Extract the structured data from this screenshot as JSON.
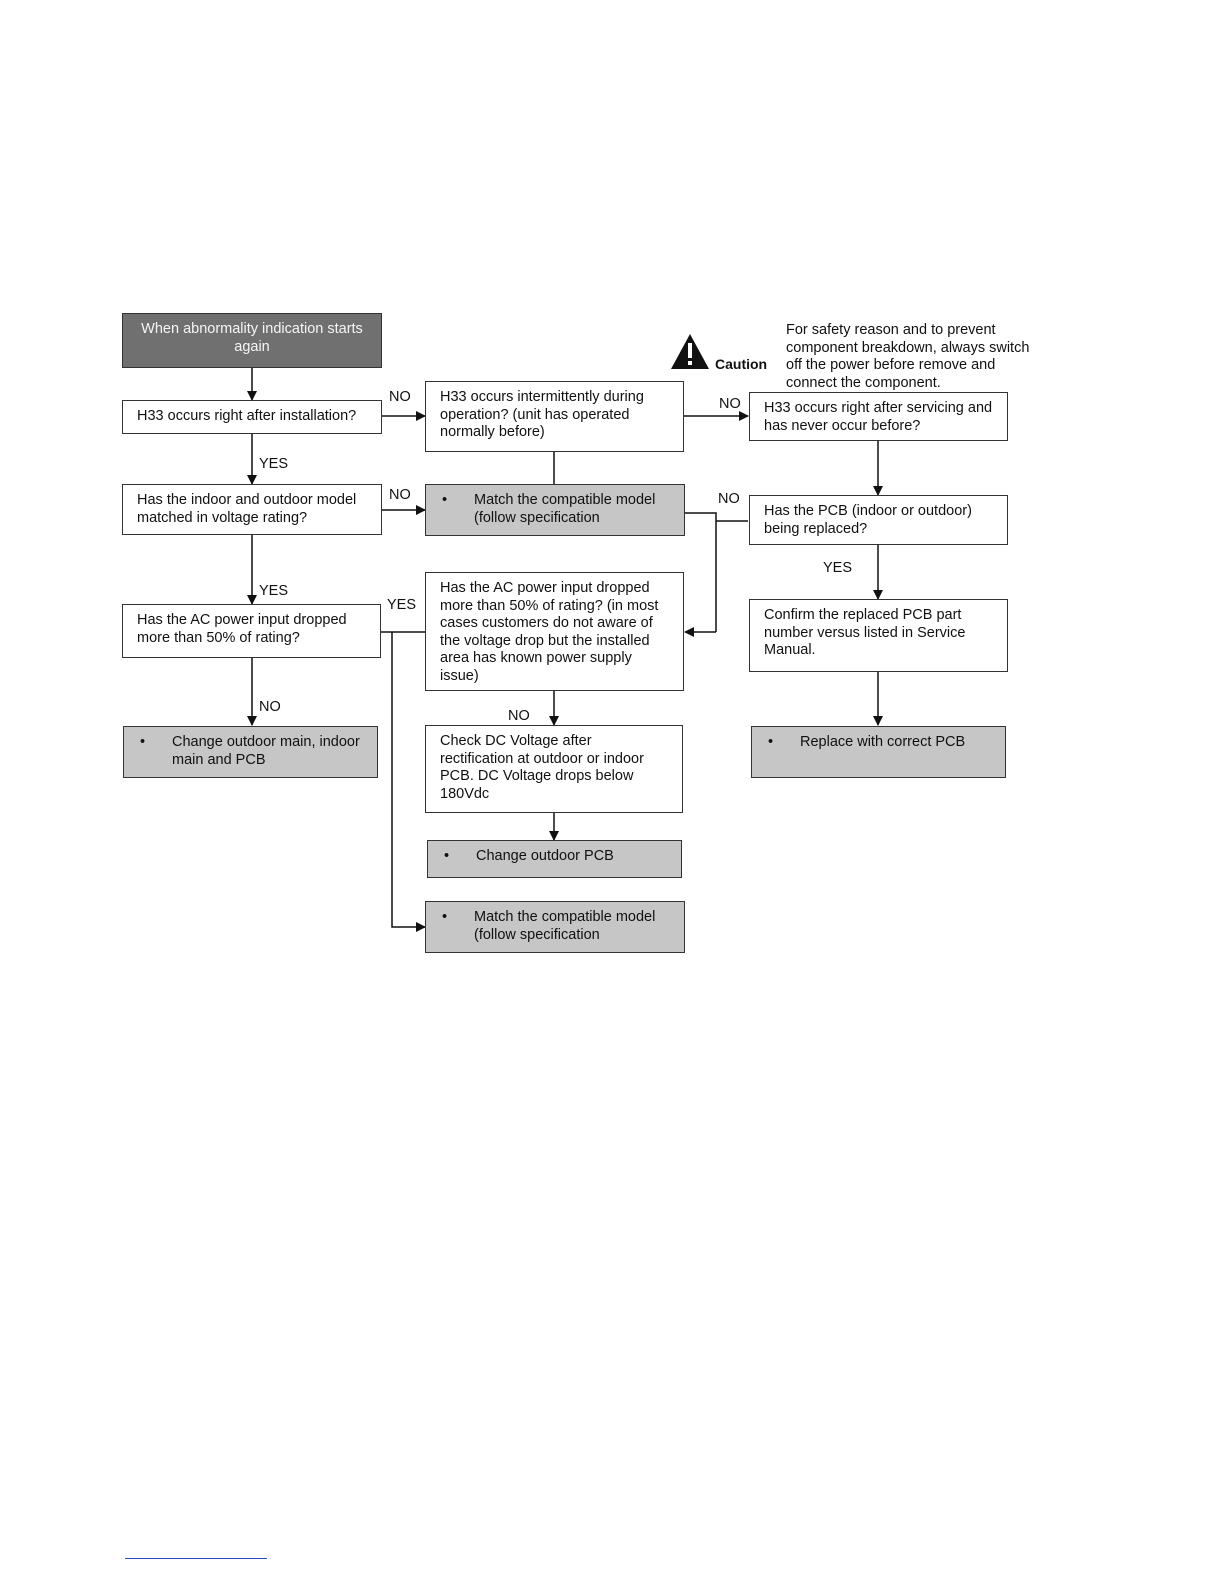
{
  "boxes": {
    "start": "When abnormality indication starts again",
    "h33_install": "H33 occurs right after installation?",
    "h33_intermittent": "H33 occurs intermittently during operation? (unit has operated normally before)",
    "h33_servicing": "H33 occurs right after servicing and has never occur before?",
    "model_matched": "Has the indoor and outdoor model matched in voltage rating?",
    "match_model_1": "Match the compatible model (follow specification",
    "pcb_replaced": "Has the PCB (indoor or outdoor) being replaced?",
    "ac_dropped_1": "Has the AC power input dropped more than 50% of rating?",
    "ac_dropped_2": "Has the AC power input dropped more than 50% of rating? (in most cases customers do not aware of the voltage drop but the installed area has known power supply issue)",
    "confirm_pcb": "Confirm the replaced PCB part number versus listed in Service Manual.",
    "change_outdoor_main": "Change outdoor main, indoor main and PCB",
    "check_dc": "Check DC Voltage after rectification at outdoor or indoor PCB. DC Voltage drops below 180Vdc",
    "replace_pcb": "Replace with correct PCB",
    "change_outdoor_pcb": "Change outdoor PCB",
    "match_model_2": "Match the compatible model (follow specification"
  },
  "labels": {
    "no": "NO",
    "yes": "YES"
  },
  "bullet": "•",
  "caution": {
    "icon": "warning-triangle-icon",
    "label": "Caution",
    "text": "For safety reason and to prevent component breakdown, always switch off the power before remove and connect the component."
  },
  "colors": {
    "grey_box": "#c6c6c6",
    "dark_box": "#707070"
  }
}
